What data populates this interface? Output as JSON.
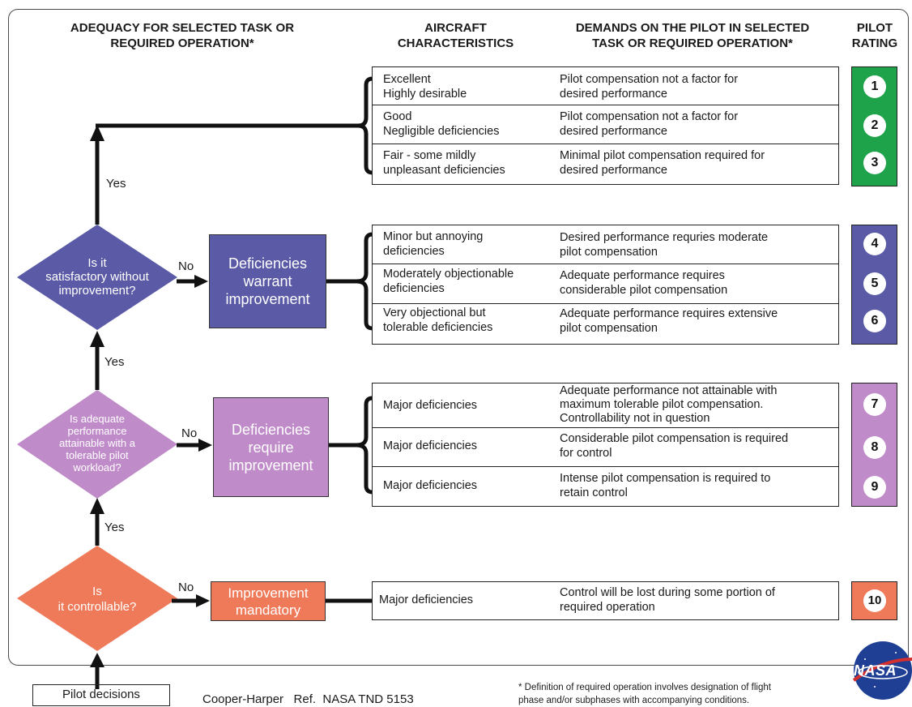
{
  "headers": {
    "adequacy": [
      "ADEQUACY FOR SELECTED TASK OR",
      "REQUIRED OPERATION*"
    ],
    "aircraft": [
      "AIRCRAFT",
      "CHARACTERISTICS"
    ],
    "demands": [
      "DEMANDS ON THE PILOT IN SELECTED",
      "TASK OR REQUIRED OPERATION*"
    ],
    "rating": [
      "PILOT",
      "RATING"
    ]
  },
  "decisions": {
    "satisfactory": [
      "Is it",
      "satisfactory without",
      "improvement?"
    ],
    "adequate": [
      "Is adequate",
      "performance",
      "attainable with a",
      "tolerable pilot",
      "workload?"
    ],
    "controllable": [
      "Is",
      "it controllable?"
    ]
  },
  "outcomes": {
    "warrant": [
      "Deficiencies",
      "warrant",
      "improvement"
    ],
    "require": [
      "Deficiencies",
      "require",
      "improvement"
    ],
    "mandatory": [
      "Improvement",
      "mandatory"
    ]
  },
  "labels": {
    "yes": "Yes",
    "no": "No"
  },
  "rows": [
    {
      "rating": "1",
      "aircraft": [
        "Excellent",
        "Highly desirable"
      ],
      "demands": [
        "Pilot compensation not a factor for",
        "desired performance"
      ]
    },
    {
      "rating": "2",
      "aircraft": [
        "Good",
        "Negligible deficiencies"
      ],
      "demands": [
        "Pilot compensation not a factor for",
        "desired performance"
      ]
    },
    {
      "rating": "3",
      "aircraft": [
        "Fair - some mildly",
        "unpleasant deficiencies"
      ],
      "demands": [
        "Minimal pilot compensation required for",
        "desired performance"
      ]
    },
    {
      "rating": "4",
      "aircraft": [
        "Minor but annoying",
        "deficiencies"
      ],
      "demands": [
        "Desired performance requries moderate",
        "pilot compensation"
      ]
    },
    {
      "rating": "5",
      "aircraft": [
        "Moderately objectionable",
        "deficiencies"
      ],
      "demands": [
        "Adequate performance requires",
        "considerable pilot compensation"
      ]
    },
    {
      "rating": "6",
      "aircraft": [
        "Very objectional but",
        "tolerable deficiencies"
      ],
      "demands": [
        "Adequate performance requires extensive",
        "pilot compensation"
      ]
    },
    {
      "rating": "7",
      "aircraft": [
        "Major deficiencies"
      ],
      "demands": [
        "Adequate performance not attainable with",
        "maximum tolerable pilot compensation.",
        "Controllability not in question"
      ]
    },
    {
      "rating": "8",
      "aircraft": [
        "Major deficiencies"
      ],
      "demands": [
        "Considerable pilot compensation is required",
        "for control"
      ]
    },
    {
      "rating": "9",
      "aircraft": [
        "Major deficiencies"
      ],
      "demands": [
        "Intense pilot compensation is required to",
        "retain control"
      ]
    },
    {
      "rating": "10",
      "aircraft": [
        "Major deficiencies"
      ],
      "demands": [
        "Control will be lost during some portion of",
        "required operation"
      ]
    }
  ],
  "footer": {
    "pilot_decisions": "Pilot decisions",
    "reference": "Cooper-Harper   Ref.  NASA TND 5153",
    "note": [
      "* Definition of required operation involves designation of flight",
      "phase and/or subphases with accompanying conditions."
    ],
    "logo_text": "NASA"
  },
  "colors": {
    "green": "#1fa34a",
    "blue": "#5b5aa6",
    "light_purple": "#c08bc9",
    "orange": "#ef7a59",
    "line": "#111111"
  }
}
